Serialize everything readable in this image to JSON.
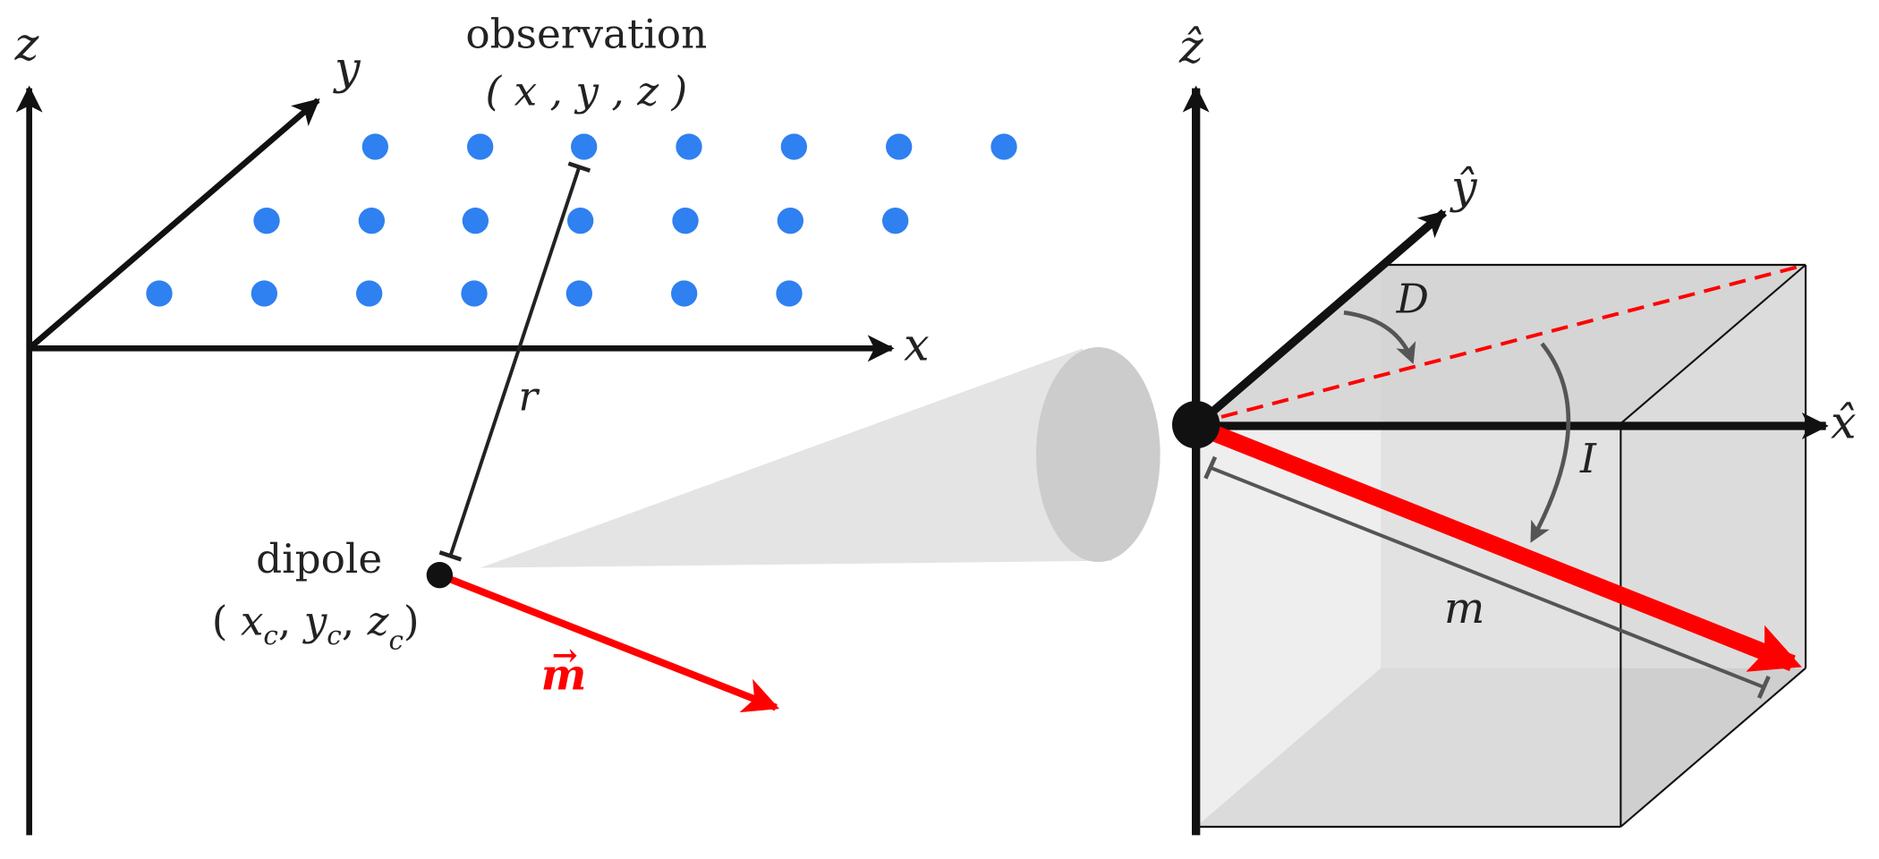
{
  "colors": {
    "axis": "#111111",
    "dot": "#2f80f0",
    "vector": "#ff0000",
    "cone": "#e4e4e4",
    "cone_face": "#cccccc",
    "cube_dark": "#cfcfcf",
    "cube_light": "#f2f2f2",
    "annotation": "#555555"
  },
  "left_panel": {
    "axis_z": "z",
    "axis_y": "y",
    "axis_x": "x",
    "observation_title": "observation",
    "observation_coords": "( x , y , z )",
    "distance_label": "r",
    "dipole_title": "dipole",
    "dipole_coords": {
      "open": "(",
      "x": "x",
      "xsub": "c",
      "y": "y",
      "ysub": "c",
      "z": "z",
      "zsub": "c",
      "close": ")",
      "sep": ","
    },
    "moment_label": "m",
    "moment_arrow": "→"
  },
  "right_panel": {
    "axis_z": "ẑ",
    "axis_y": "ŷ",
    "axis_x": "x̂",
    "declination_label": "D",
    "inclination_label": "I",
    "magnitude_label": "m"
  }
}
